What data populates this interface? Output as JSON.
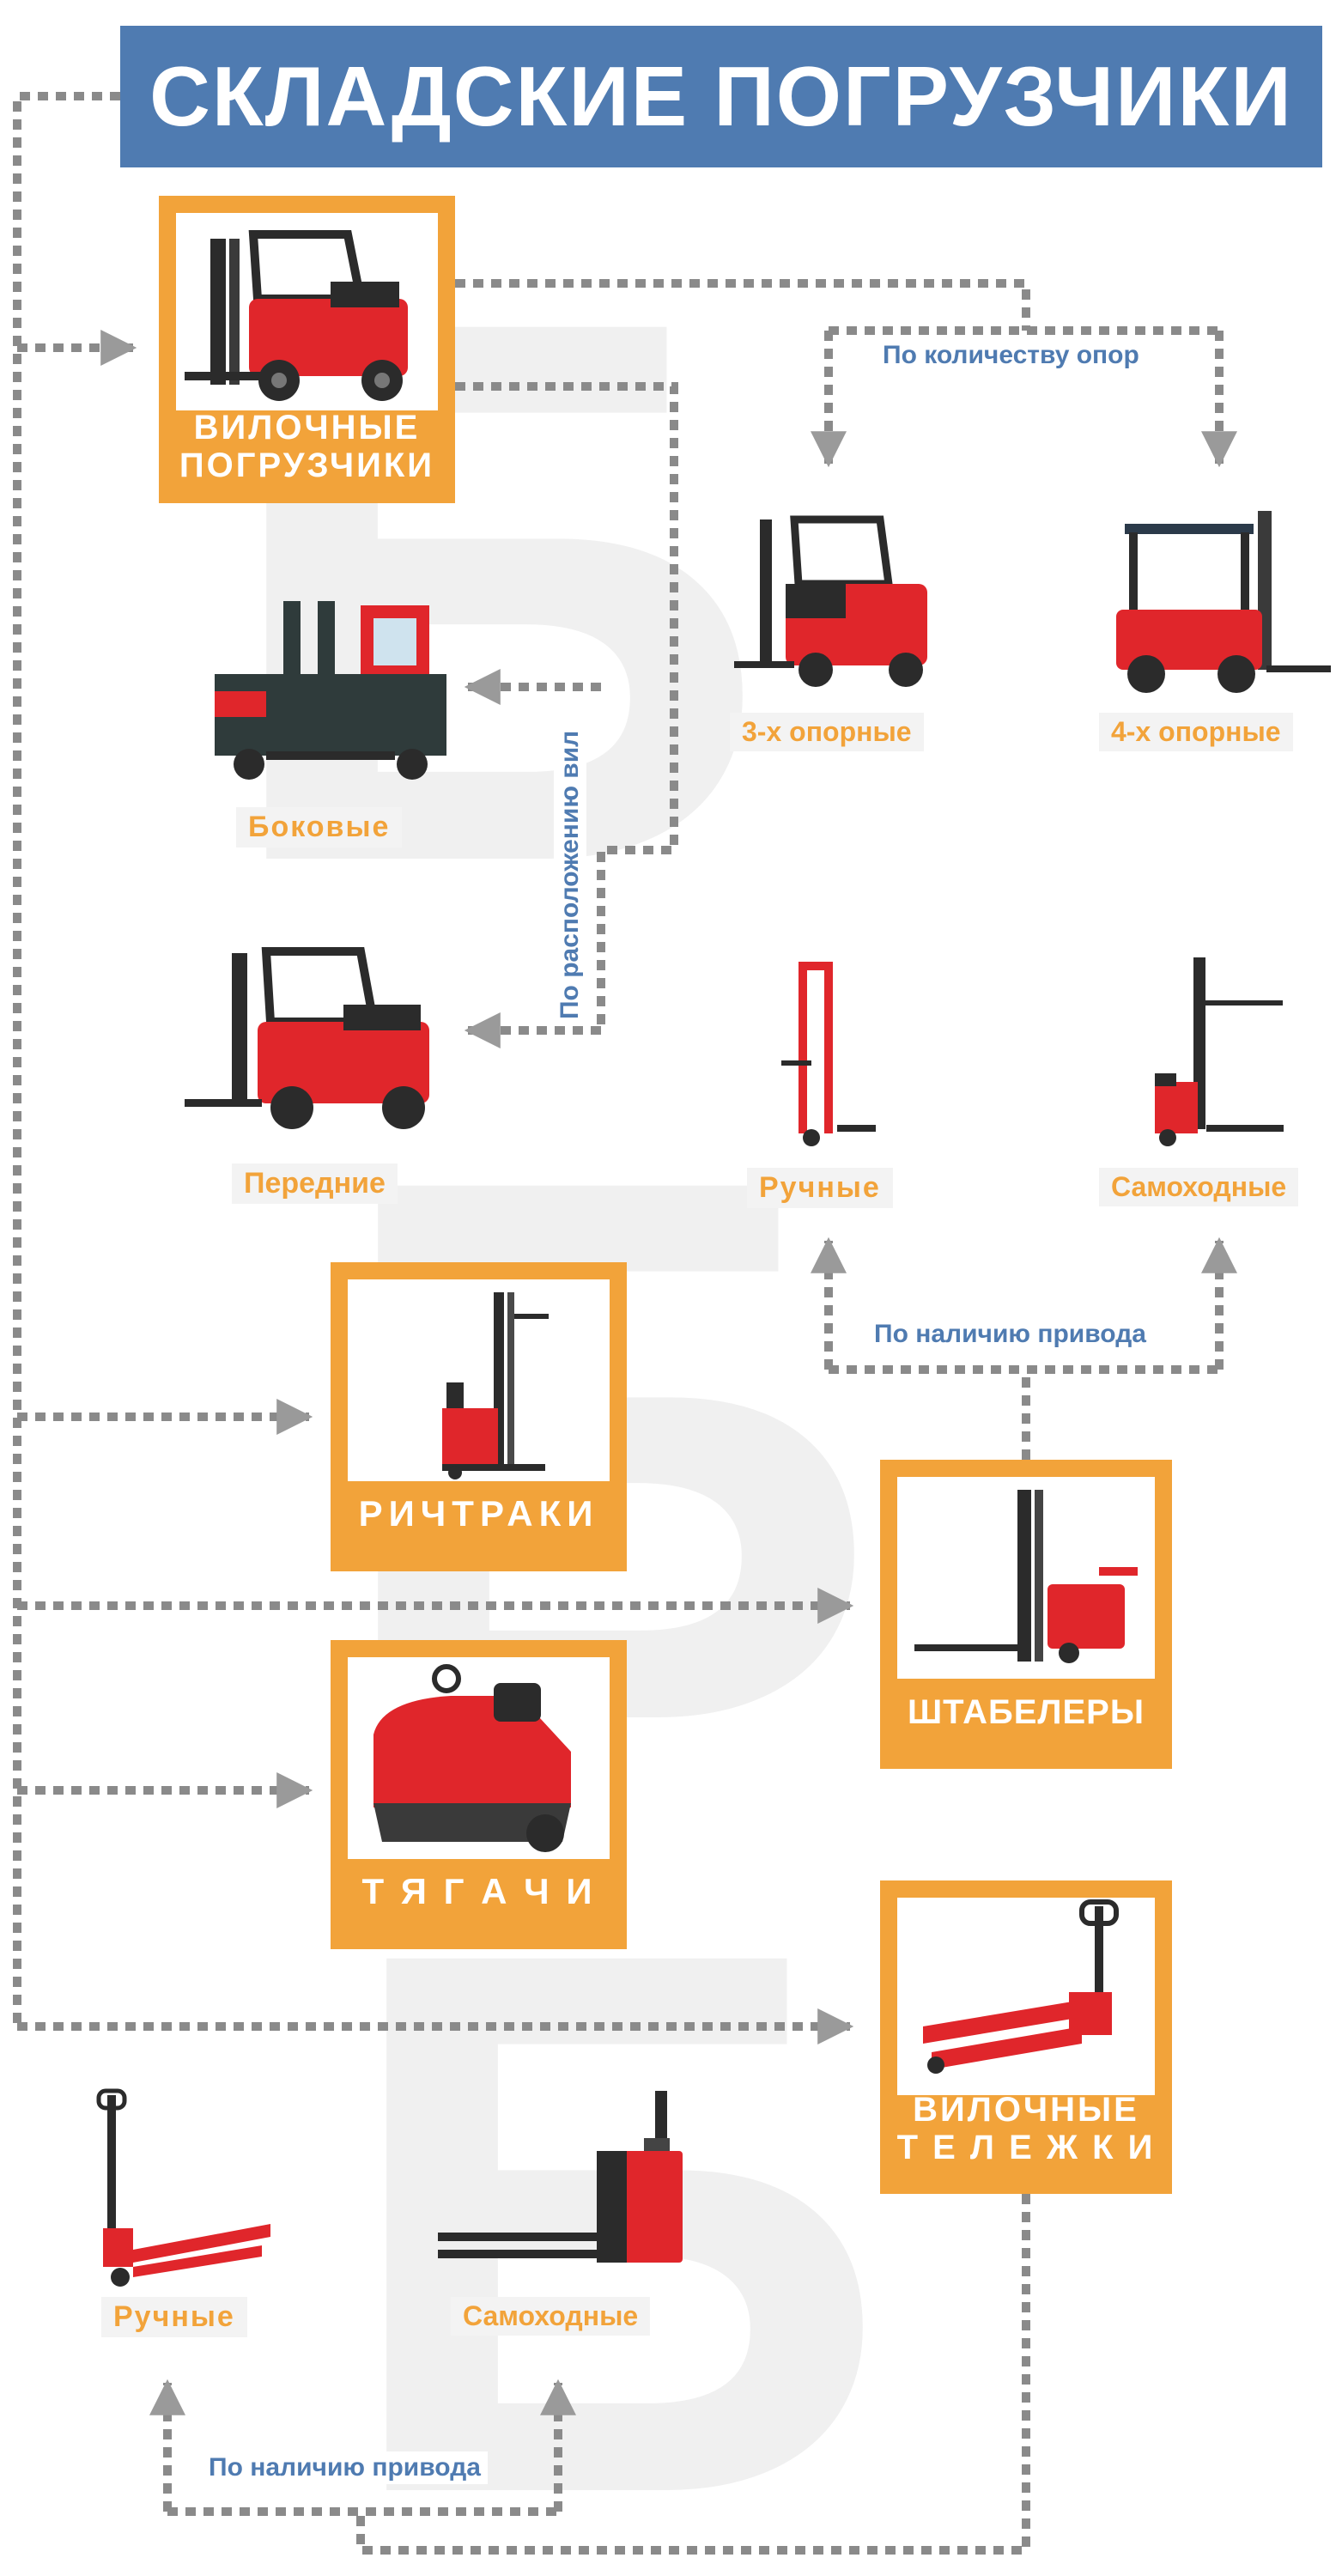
{
  "title": "СКЛАДСКИЕ ПОГРУЗЧИКИ",
  "cards": {
    "forklifts": "ВИЛОЧНЫЕ\nПОГРУЗЧИКИ",
    "reach": "РИЧТРАКИ",
    "stackers": "ШТАБЕЛЕРЫ",
    "tractors": "Т Я Г А Ч И",
    "pallet": "ВИЛОЧНЫЕ\nТ Е Л Е Ж К И"
  },
  "labels": {
    "three_support": "3-х опорные",
    "four_support": "4-х опорные",
    "side": "Боковые",
    "front": "Передние",
    "stacker_manual": "Ручные",
    "stacker_self": "Самоходные",
    "pallet_manual": "Ручные",
    "pallet_self": "Самоходные"
  },
  "notes": {
    "by_supports": "По количеству опор",
    "by_fork_position": "По расположению вил",
    "by_drive_stackers": "По наличию привода",
    "by_drive_pallet": "По наличию привода"
  },
  "colors": {
    "blue": "#4f7bb1",
    "orange": "#f2a33a",
    "red": "#e0262b",
    "dark": "#2b2b2b",
    "connector": "#8a8a8a",
    "arrow": "#9a9a9a"
  }
}
